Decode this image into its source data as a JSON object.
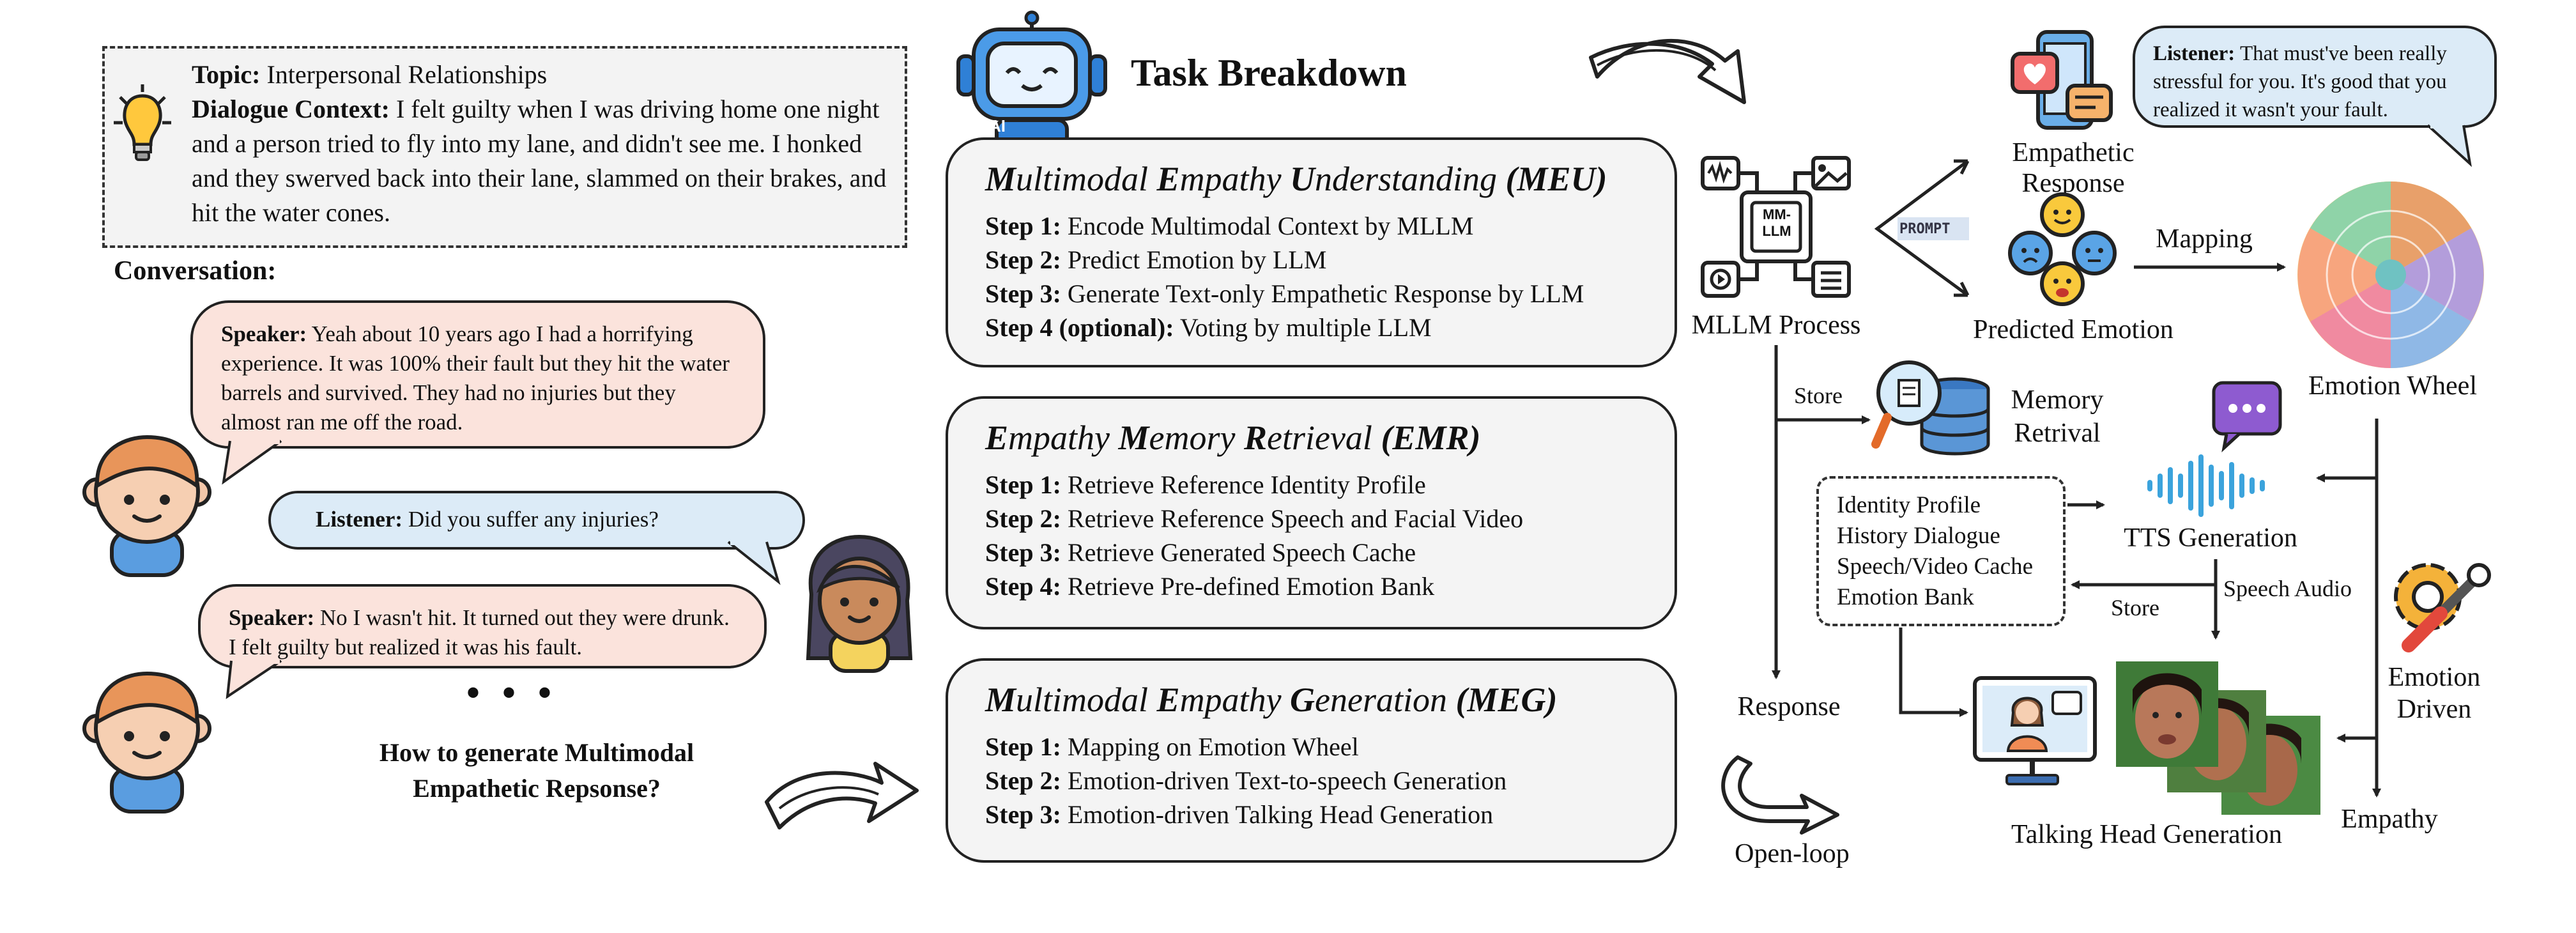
{
  "topic": {
    "label": "Topic:",
    "value": "Interpersonal Relationships"
  },
  "dialogue_context": {
    "label": "Dialogue Context:",
    "value": "I felt guilty when I was driving home one night and a person tried to fly into my lane, and didn't see me. I honked and they swerved back into their lane, slammed on their brakes, and hit the water cones."
  },
  "conversation_title": "Conversation:",
  "conversation": [
    {
      "role": "Speaker:",
      "text": "Yeah about 10 years ago I had a horrifying experience. It was 100% their fault but they hit the water barrels and survived. They had no injuries but they almost ran me off the road."
    },
    {
      "role": "Listener:",
      "text": "Did you suffer any injuries?"
    },
    {
      "role": "Speaker:",
      "text": "No I wasn't hit. It turned out they were drunk. I felt guilty but realized it was his fault."
    }
  ],
  "ellipsis": "• • •",
  "question": "How to generate Multimodal Empathetic Repsonse?",
  "task_title": "Task Breakdown",
  "robot_badge": "AI",
  "panels": [
    {
      "title_parts": [
        "M",
        "ultimodal ",
        "E",
        "mpathy ",
        "U",
        "nderstanding ",
        "(MEU)"
      ],
      "steps": [
        {
          "label": "Step 1:",
          "text": "Encode Multimodal Context by MLLM"
        },
        {
          "label": "Step 2:",
          "text": "Predict Emotion by LLM"
        },
        {
          "label": "Step 3:",
          "text": "Generate Text-only Empathetic Response by LLM"
        },
        {
          "label": "Step 4 (optional):",
          "text": "Voting by multiple LLM"
        }
      ]
    },
    {
      "title_parts": [
        "E",
        "mpathy ",
        "M",
        "emory ",
        "R",
        "etrieval ",
        "(EMR)"
      ],
      "steps": [
        {
          "label": "Step 1:",
          "text": "Retrieve Reference Identity Profile"
        },
        {
          "label": "Step 2:",
          "text": "Retrieve Reference Speech and Facial Video"
        },
        {
          "label": "Step 3:",
          "text": "Retrieve Generated Speech Cache"
        },
        {
          "label": "Step 4:",
          "text": "Retrieve Pre-defined Emotion Bank"
        }
      ]
    },
    {
      "title_parts": [
        "M",
        "ultimodal ",
        "E",
        "mpathy ",
        "G",
        "eneration ",
        "(MEG)"
      ],
      "steps": [
        {
          "label": "Step 1:",
          "text": "Mapping on Emotion Wheel"
        },
        {
          "label": "Step 2:",
          "text": "Emotion-driven Text-to-speech Generation"
        },
        {
          "label": "Step 3:",
          "text": "Emotion-driven Talking Head Generation"
        }
      ]
    }
  ],
  "pipeline": {
    "mllm_chip": "MM-\nLLM",
    "mllm_process": "MLLM Process",
    "prompt_tag": "PROMPT",
    "empathetic_response": "Empathetic Response",
    "predicted_emotion": "Predicted Emotion",
    "mapping": "Mapping",
    "emotion_wheel": "Emotion Wheel",
    "listener_label": "Listener:",
    "listener_text": "That must've been really stressful for you. It's good that you realized it wasn't your fault.",
    "store_1": "Store",
    "memory_retrival": "Memory\nRetrival",
    "info_items": [
      "Identity Profile",
      "History Dialogue",
      "Speech/Video Cache",
      "Emotion Bank"
    ],
    "tts_generation": "TTS Generation",
    "speech_audio": "Speech Audio",
    "store_2": "Store",
    "response": "Response",
    "open_loop": "Open-loop",
    "emotion_driven": "Emotion\nDriven",
    "empathy": "Empathy",
    "talking_head_generation": "Talking Head Generation"
  },
  "colors": {
    "speaker_bubble": "#fbe3dc",
    "listener_bubble": "#dcebf7",
    "panel_bg": "#f4f4f4",
    "tts_wave": "#3ba3dc",
    "chat_bubble": "#8e5bd0"
  }
}
